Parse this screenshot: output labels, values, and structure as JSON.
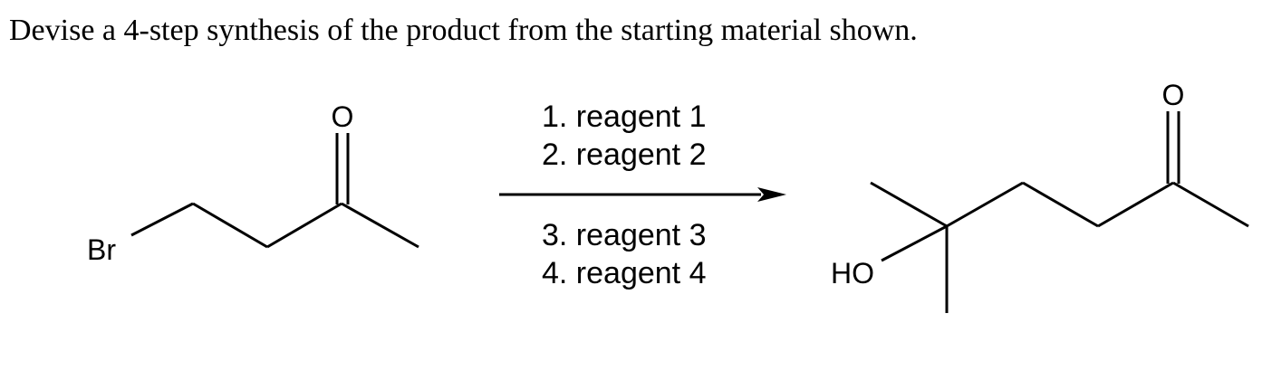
{
  "question": "Devise a 4-step synthesis of the product from the starting material shown.",
  "starting_material": {
    "atoms": {
      "bromine": "Br",
      "carbonyl_oxygen": "O"
    }
  },
  "reaction": {
    "reagents_above": [
      "1. reagent 1",
      "2. reagent 2"
    ],
    "reagents_below": [
      "3. reagent 3",
      "4. reagent 4"
    ]
  },
  "product": {
    "atoms": {
      "hydroxyl": "HO",
      "carbonyl_oxygen": "O"
    }
  }
}
